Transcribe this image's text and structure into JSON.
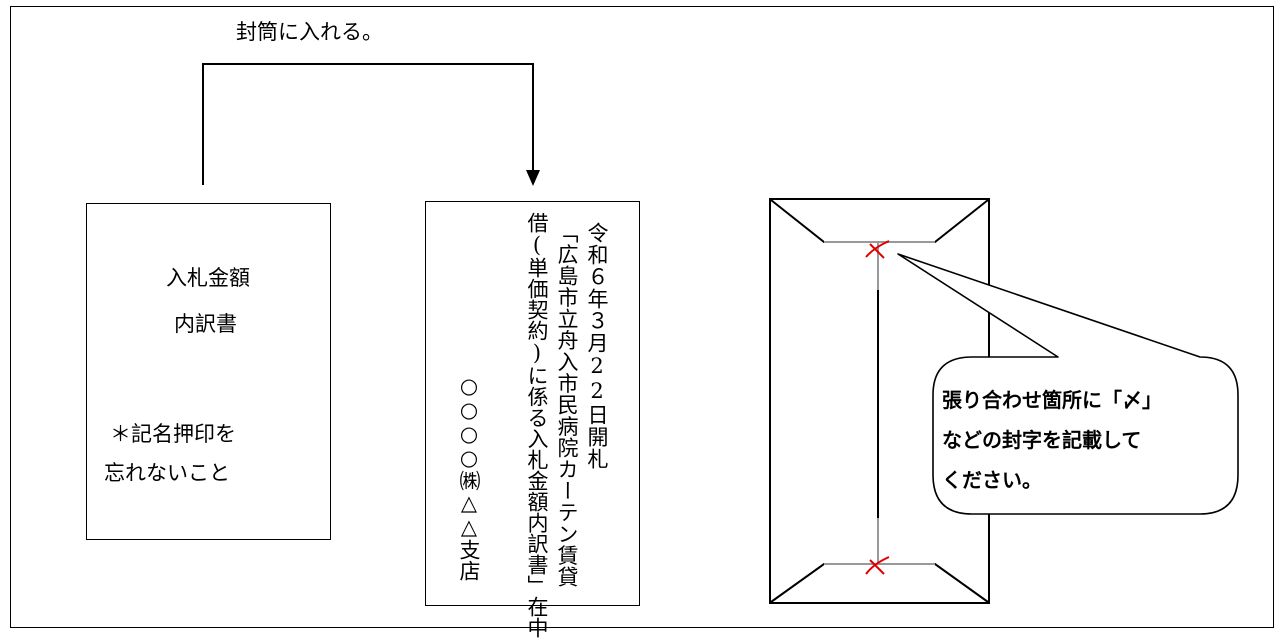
{
  "top_label": "封筒に入れる。",
  "inner_doc": {
    "title_line1": "入札金額",
    "title_line2": "内訳書",
    "note_line1": "＊記名押印を",
    "note_line2": "忘れないこと"
  },
  "envelope_front": {
    "col_date": "令和６年３月22日開札",
    "col_subject_1": "「広島市立舟入市民病院カーテン賃貸",
    "col_subject_2": "借(単価契約)に係る入札金額内訳書」在中",
    "col_company": "○○○○㈱△△支店"
  },
  "callout": {
    "line1": "張り合わせ箇所に「〆」",
    "line2": "などの封字を記載して",
    "line3": "ください。"
  },
  "colors": {
    "seal_mark": "#e00000",
    "line": "#000000",
    "seam": "#999999"
  }
}
